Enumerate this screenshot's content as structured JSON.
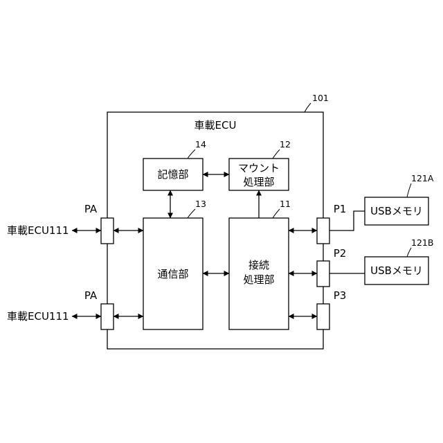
{
  "ecu": {
    "ref": "101",
    "title": "車載ECU"
  },
  "blocks": {
    "storage": {
      "label": "記憶部",
      "ref": "14"
    },
    "mount": {
      "label_line1": "マウント",
      "label_line2": "処理部",
      "ref": "12"
    },
    "comm": {
      "label": "通信部",
      "ref": "13"
    },
    "connection": {
      "label_line1": "接続",
      "label_line2": "処理部",
      "ref": "11"
    }
  },
  "ports": {
    "pa_top": "PA",
    "pa_bottom": "PA",
    "p1": "P1",
    "p2": "P2",
    "p3": "P3"
  },
  "external": {
    "ecu_top": "車載ECU111",
    "ecu_bottom": "車載ECU111",
    "usb_a": {
      "label": "USBメモリ",
      "ref": "121A"
    },
    "usb_b": {
      "label": "USBメモリ",
      "ref": "121B"
    }
  }
}
